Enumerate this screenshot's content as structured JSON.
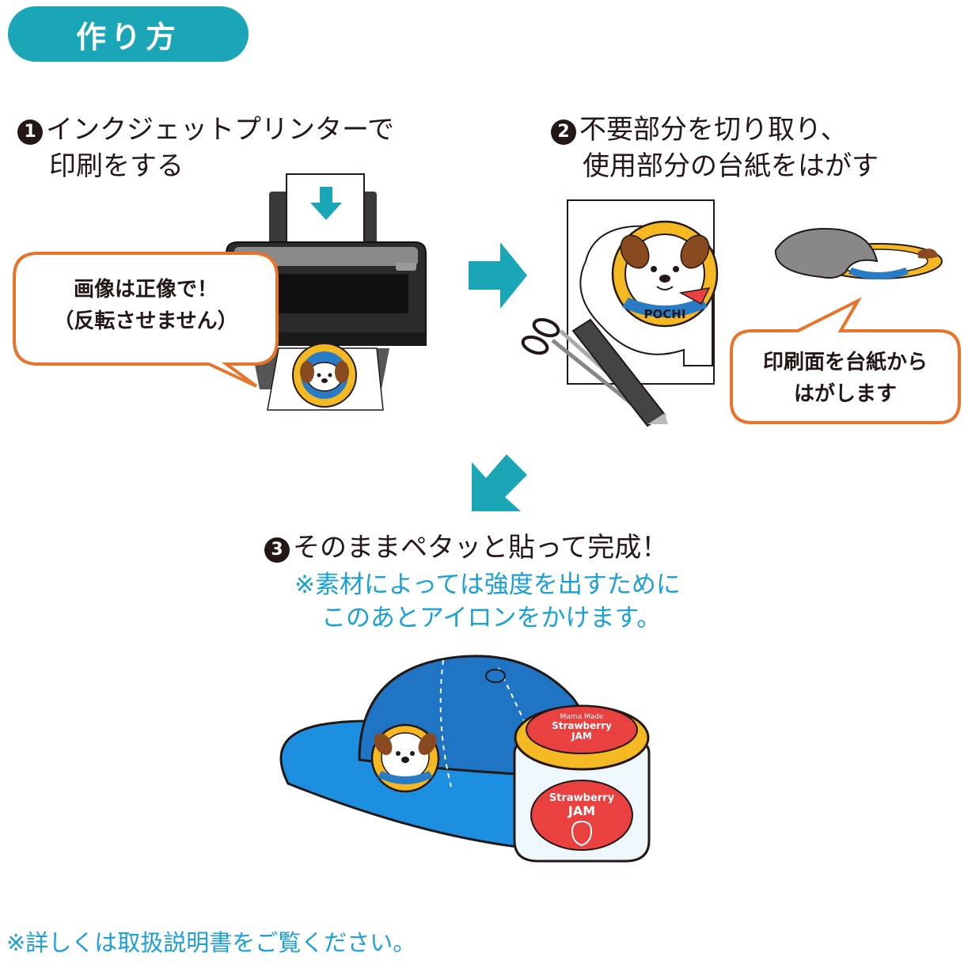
{
  "header": {
    "title": "作り方"
  },
  "steps": [
    {
      "number": "1",
      "line1": "インクジェットプリンターで",
      "line2": "印刷をする"
    },
    {
      "number": "2",
      "line1": "不要部分を切り取り、",
      "line2": "使用部分の台紙をはがす"
    },
    {
      "number": "3",
      "line1": "そのままペタッと貼って完成！",
      "note_line1": "※素材によっては強度を出すために",
      "note_line2": "このあとアイロンをかけます。"
    }
  ],
  "bubbles": {
    "printer": {
      "line1": "画像は正像で！",
      "line2": "（反転させません）"
    },
    "peel": {
      "line1": "印刷面を台紙から",
      "line2": "はがします"
    }
  },
  "illustration": {
    "sticker_text": "POCHI",
    "jar_top_small": "Mama Made",
    "jar_top_main": "Strawberry",
    "jar_top_sub": "JAM",
    "jar_label_main": "Strawberry",
    "jar_label_sub": "JAM"
  },
  "footer": {
    "text": "※詳しくは取扱説明書をご覧ください。"
  },
  "colors": {
    "teal": "#1aa6b7",
    "orange": "#e8732b",
    "note_blue": "#1aa0d8",
    "yellow": "#f4b823",
    "cap_blue": "#1f74c4"
  }
}
